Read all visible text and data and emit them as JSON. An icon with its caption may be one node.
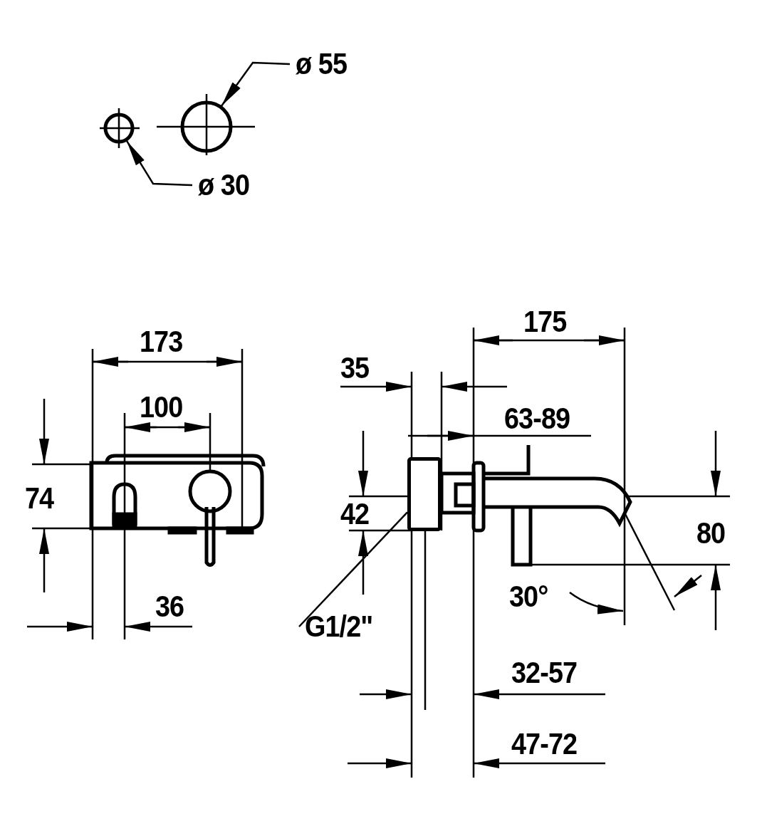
{
  "diagram": {
    "nodes": [
      {
        "text": [
          "ø 55"
        ]
      },
      {
        "text": [],
        "shape": "circle"
      },
      {
        "text": [
          "ø 30"
        ]
      },
      {
        "text": [],
        "shape": "circle"
      },
      {
        "text": [
          "G1/2\""
        ]
      },
      {
        "text": [],
        "shape": "box"
      }
    ],
    "edges": [
      {
        "from": 0,
        "to": 3,
        "arrow": "to"
      },
      {
        "from": 2,
        "to": 1,
        "arrow": "to"
      },
      {
        "from": 4,
        "to": 5,
        "arrow": "none"
      }
    ],
    "labels": [
      "173",
      "175",
      "35",
      "100",
      "63-89",
      "74",
      "42",
      "80",
      "30°",
      "36",
      "32-57",
      "47-72"
    ]
  }
}
